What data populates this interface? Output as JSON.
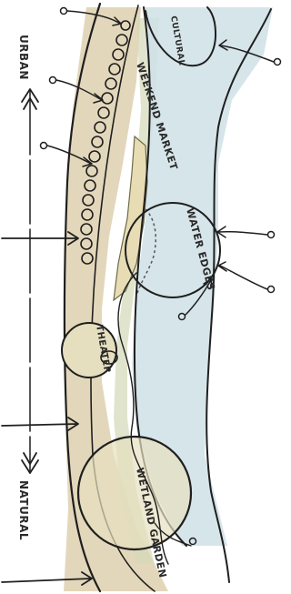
{
  "labels": {
    "urban": "URBAN",
    "natural": "NATURAL",
    "weekend_market": "WEEKEND MARKET",
    "water_edges": "WATER EDGES",
    "theater": "THEATER",
    "wetland_garden": "WETLAND GARDEN",
    "top_right": "CULTURAL"
  },
  "colors": {
    "water": "#cfe1e6",
    "land_tan": "#d9c9a4",
    "land_sage": "#d4d8b8",
    "garden_fill": "#e6dfbf",
    "ink": "#1f1f1f"
  },
  "icons": {
    "arrow_up": "double-chevron-up",
    "arrow_down": "double-chevron-down"
  }
}
